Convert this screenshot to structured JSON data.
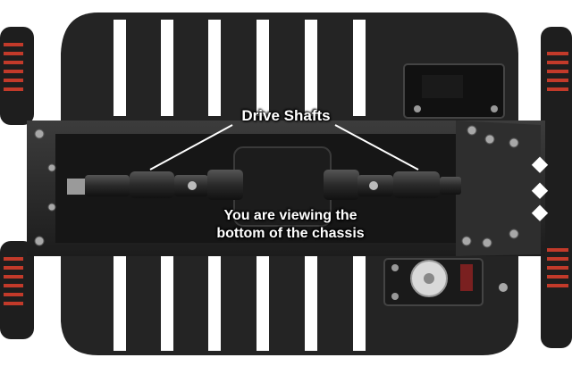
{
  "image": {
    "subject": "underside of remote-control car chassis",
    "colors": {
      "background": "#ffffff",
      "chassis_plate": "#242424",
      "chassis_edge": "#3a3a3a",
      "slot": "#ffffff",
      "shock_spring": "#c23a2a",
      "label_text": "#ffffff"
    }
  },
  "labels": {
    "drive_shafts": "Drive Shafts",
    "viewing_line1": "You are viewing the",
    "viewing_line2": "bottom of the chassis"
  }
}
